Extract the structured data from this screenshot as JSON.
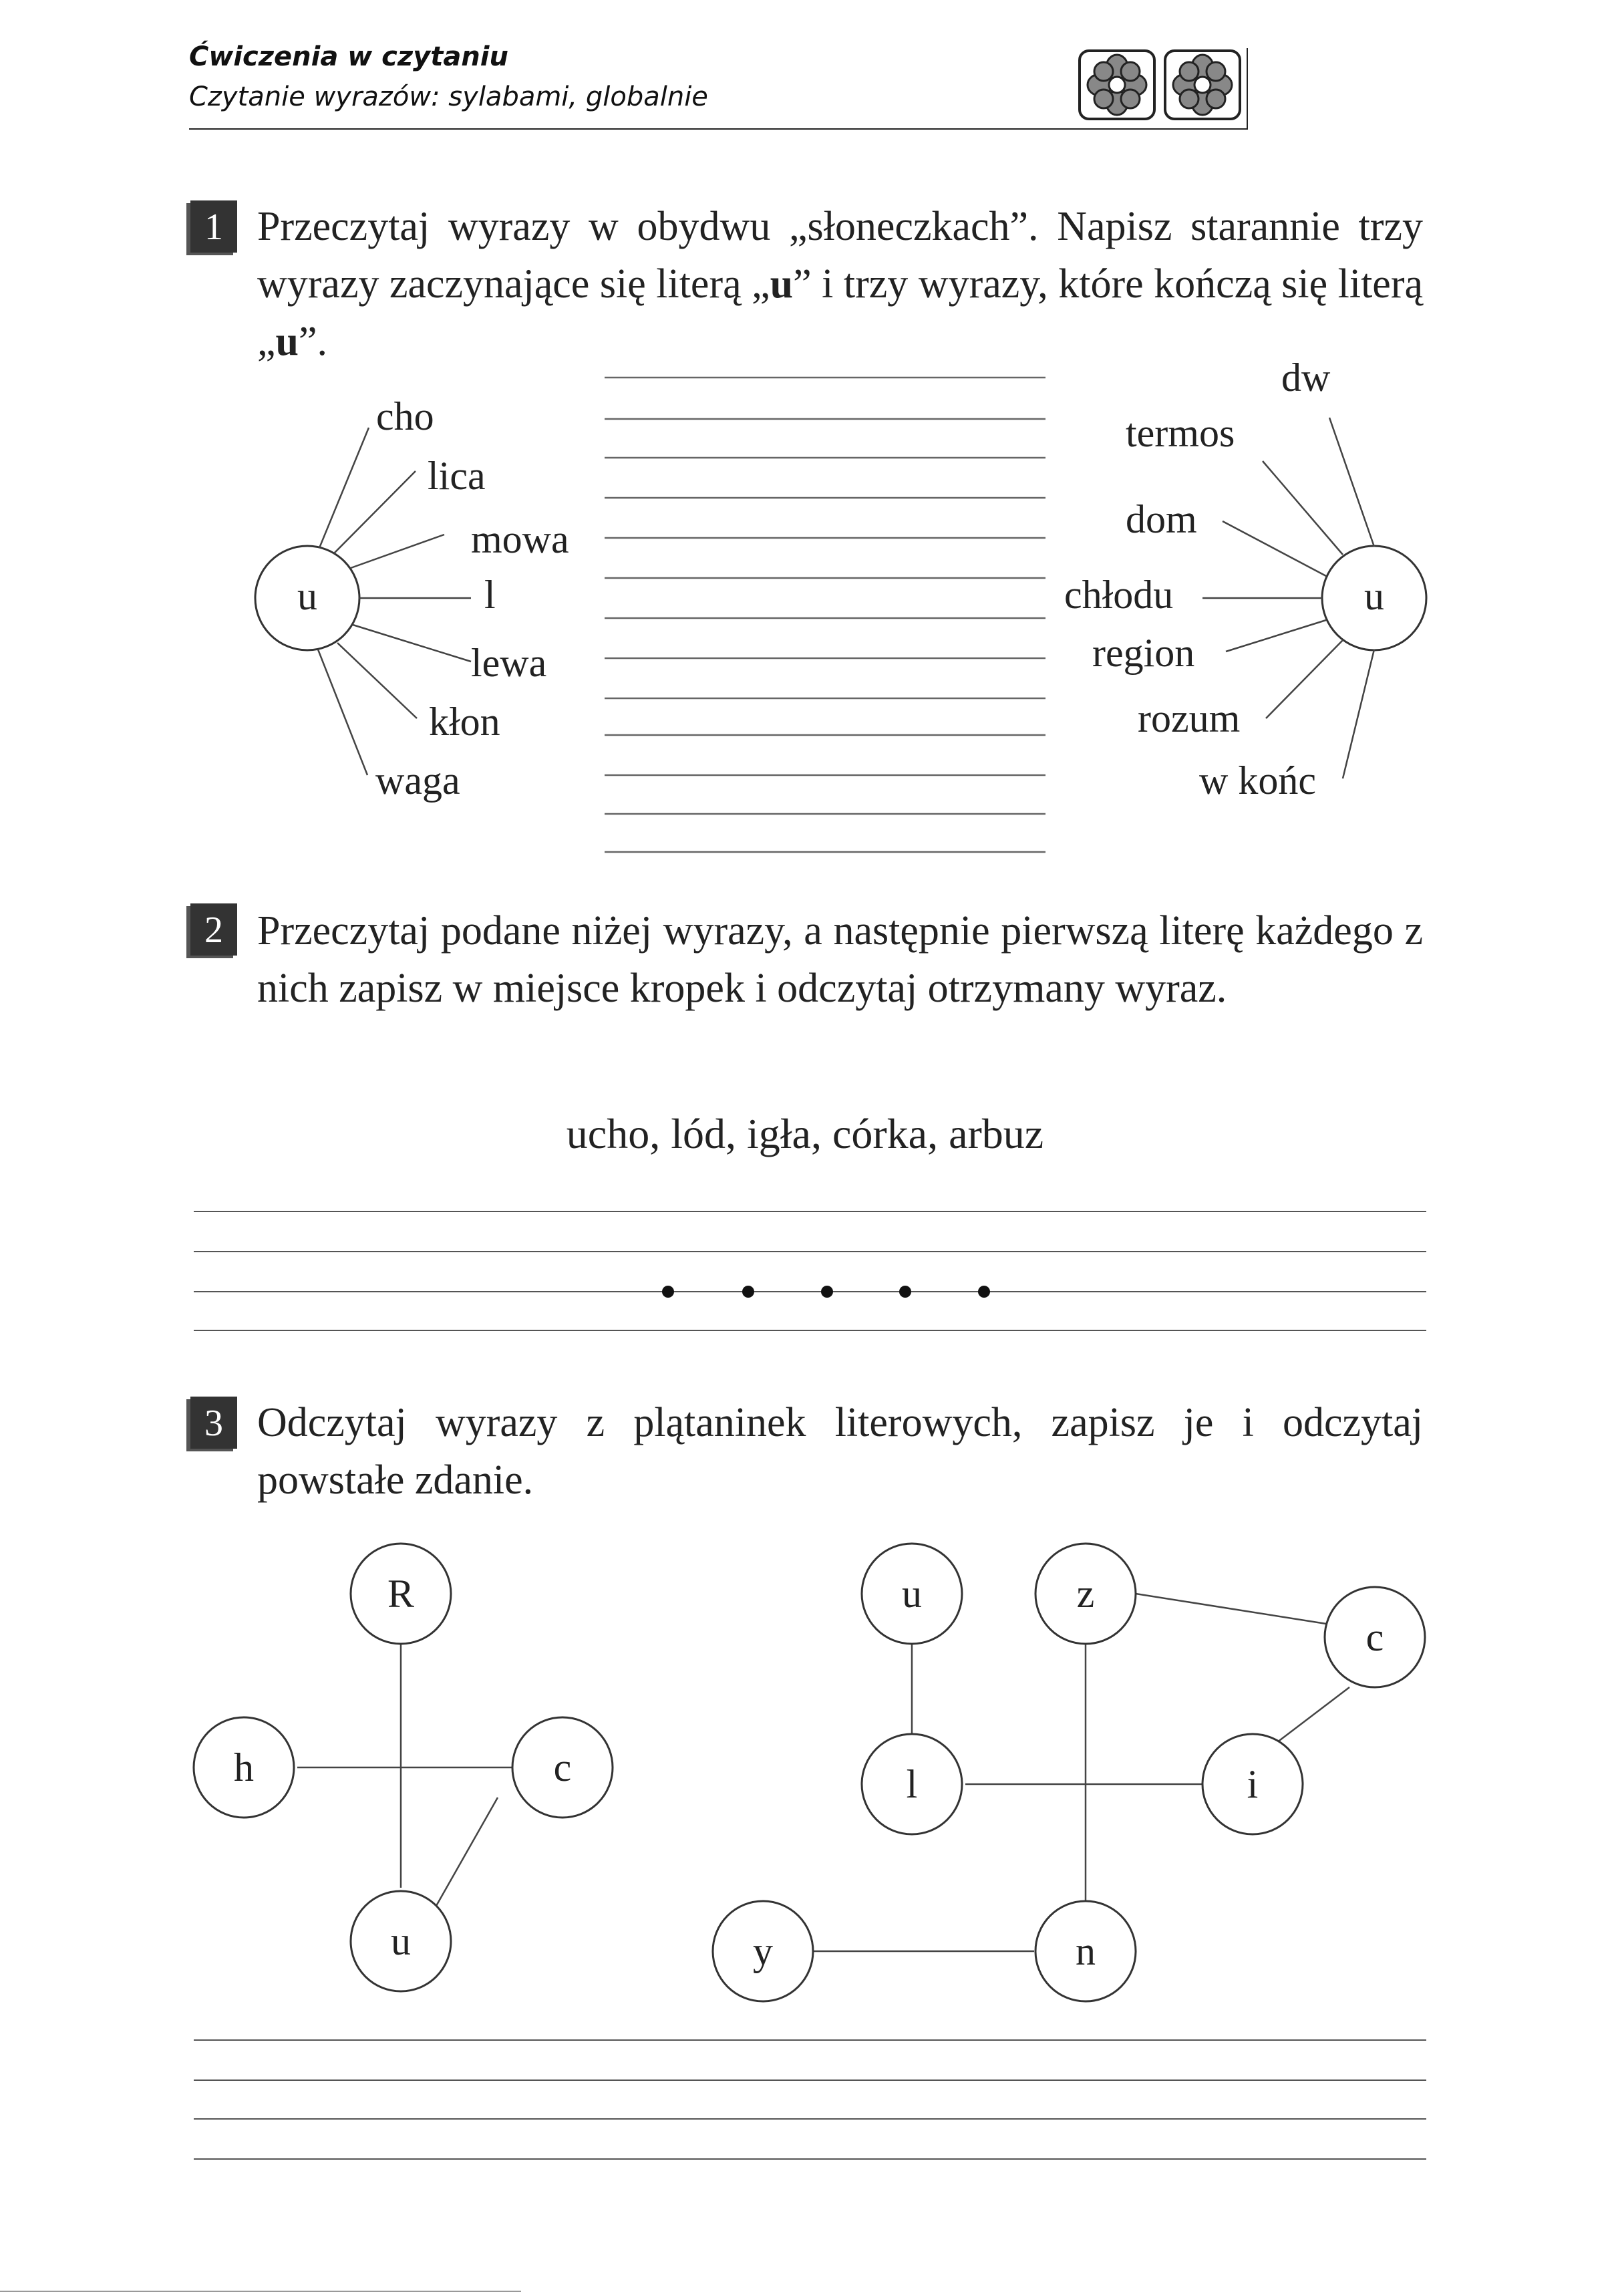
{
  "header": {
    "title": "Ćwiczenia w czytaniu",
    "subtitle": "Czytanie wyrazów: sylabami, globalnie"
  },
  "task1": {
    "number": "1",
    "text_before_u1": "Przeczytaj wyrazy w obydwu „słoneczkach”. Napisz starannie trzy wyrazy zaczynające się literą „",
    "letter1": "u",
    "text_between": "” i trzy wyrazy, które kończą się literą „",
    "letter2": "u",
    "text_end": "”.",
    "left_center": "u",
    "left_words": [
      "cho",
      "lica",
      "mowa",
      "l",
      "lewa",
      "kłon",
      "waga"
    ],
    "right_center": "u",
    "right_words": [
      "dw",
      "termos",
      "dom",
      "chłodu",
      "region",
      "rozum",
      "w końc"
    ]
  },
  "task2": {
    "number": "2",
    "text": "Przeczytaj podane niżej wyrazy, a następnie pierwszą literę każdego z nich zapisz w miejsce kropek i odczytaj otrzymany wyraz.",
    "words": "ucho, lód, igła, córka, arbuz"
  },
  "task3": {
    "number": "3",
    "text": "Odczytaj wyrazy z plątaninek literowych, zapisz je i odczytaj powstałe zdanie.",
    "left_letters": [
      "R",
      "h",
      "c",
      "u"
    ],
    "right_letters": [
      "u",
      "z",
      "c",
      "l",
      "i",
      "y",
      "n"
    ]
  }
}
